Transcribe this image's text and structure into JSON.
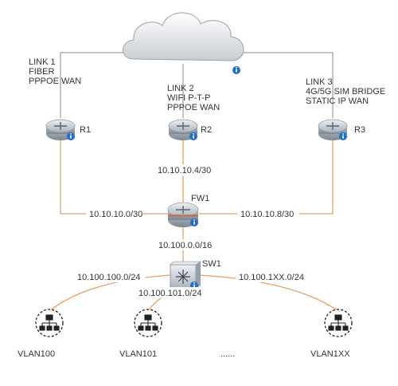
{
  "colors": {
    "wan_link": "#8a8a8a",
    "lan_link": "#e8a060",
    "device_body": "#cfd5dc",
    "info_badge": "#1f6fc5"
  },
  "cloud": {
    "icon": "cloud-icon"
  },
  "links": {
    "link1": [
      "LINK 1",
      "FIBER",
      "PPPOE WAN"
    ],
    "link2": [
      "LINK 2",
      "WIFI P-T-P",
      "PPPOE WAN"
    ],
    "link3": [
      "LINK 3",
      "4G/5G SIM BRIDGE",
      "STATIC IP WAN"
    ]
  },
  "devices": {
    "r1": "R1",
    "r2": "R2",
    "r3": "R3",
    "fw1": "FW1",
    "sw1": "SW1"
  },
  "subnets": {
    "r2_fw": "10.10.10.4/30",
    "r1_fw": "10.10.10.0/30",
    "r3_fw": "10.10.10.8/30",
    "fw_sw": "10.100.0.0/16",
    "vlan100": "10.100.100.0/24",
    "vlan101": "10.100.101.0/24",
    "vlan1xx": "10.100.1XX.0/24"
  },
  "vlans": {
    "v100": "VLAN100",
    "v101": "VLAN101",
    "ellipsis": "......",
    "v1xx": "VLAN1XX"
  }
}
